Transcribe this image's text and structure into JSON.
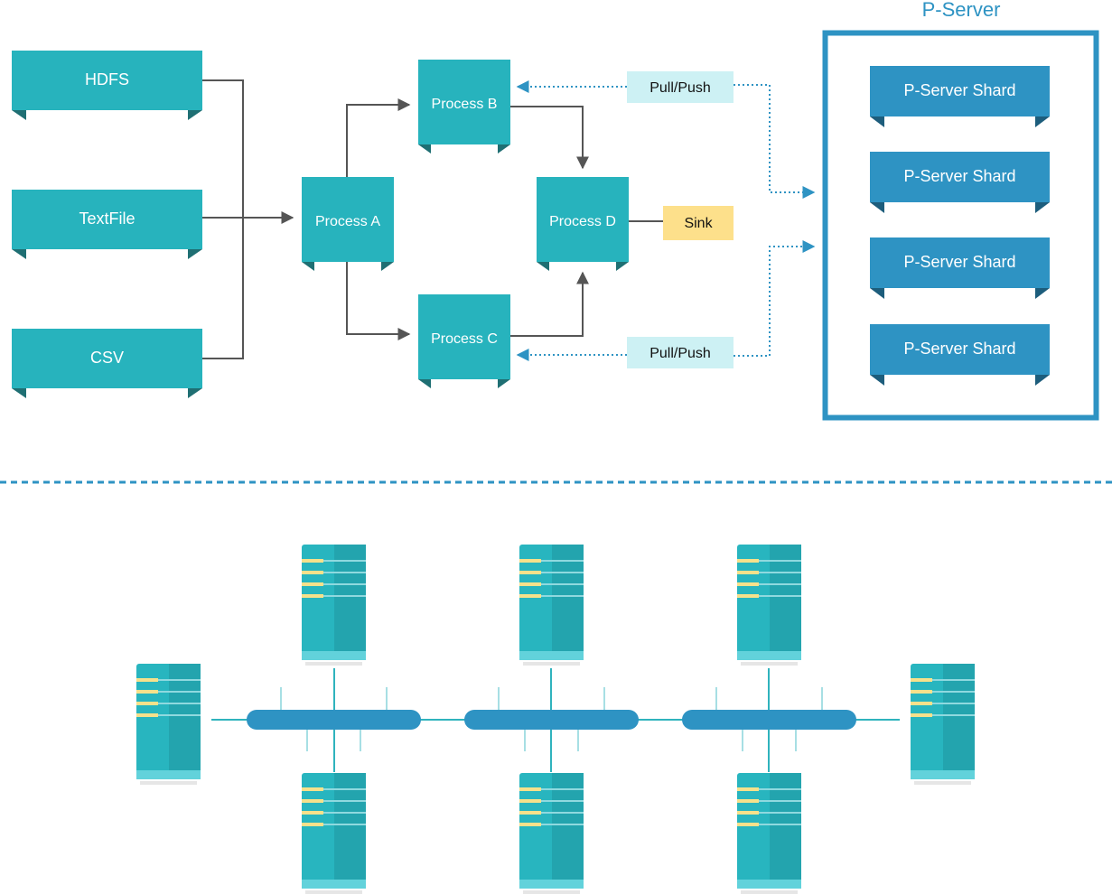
{
  "sources": [
    {
      "id": "hdfs",
      "label": "HDFS"
    },
    {
      "id": "textfile",
      "label": "TextFile"
    },
    {
      "id": "csv",
      "label": "CSV"
    }
  ],
  "processes": {
    "a": "Process A",
    "b": "Process B",
    "c": "Process C",
    "d": "Process D"
  },
  "sink": "Sink",
  "pull_push": [
    "Pull/Push",
    "Pull/Push"
  ],
  "pserver": {
    "title": "P-Server",
    "shards": [
      "P-Server Shard",
      "P-Server Shard",
      "P-Server Shard",
      "P-Server Shard"
    ]
  },
  "colors": {
    "teal": "#27b3bd",
    "teal_dark": "#1f6f73",
    "blue": "#2e93c3",
    "blue_dark": "#1d5d7c",
    "sink_fill": "#fde08b",
    "pullpush_fill": "#cdf1f4",
    "server_light": "#28b5bf",
    "server_dark": "#23a4ae",
    "server_stripe": "#f6e18b",
    "server_base": "#62d2db",
    "bus": "#2e93c3",
    "connector_line": "#555555",
    "separator": "#2e93c3"
  },
  "icons": [
    "server-icon"
  ]
}
